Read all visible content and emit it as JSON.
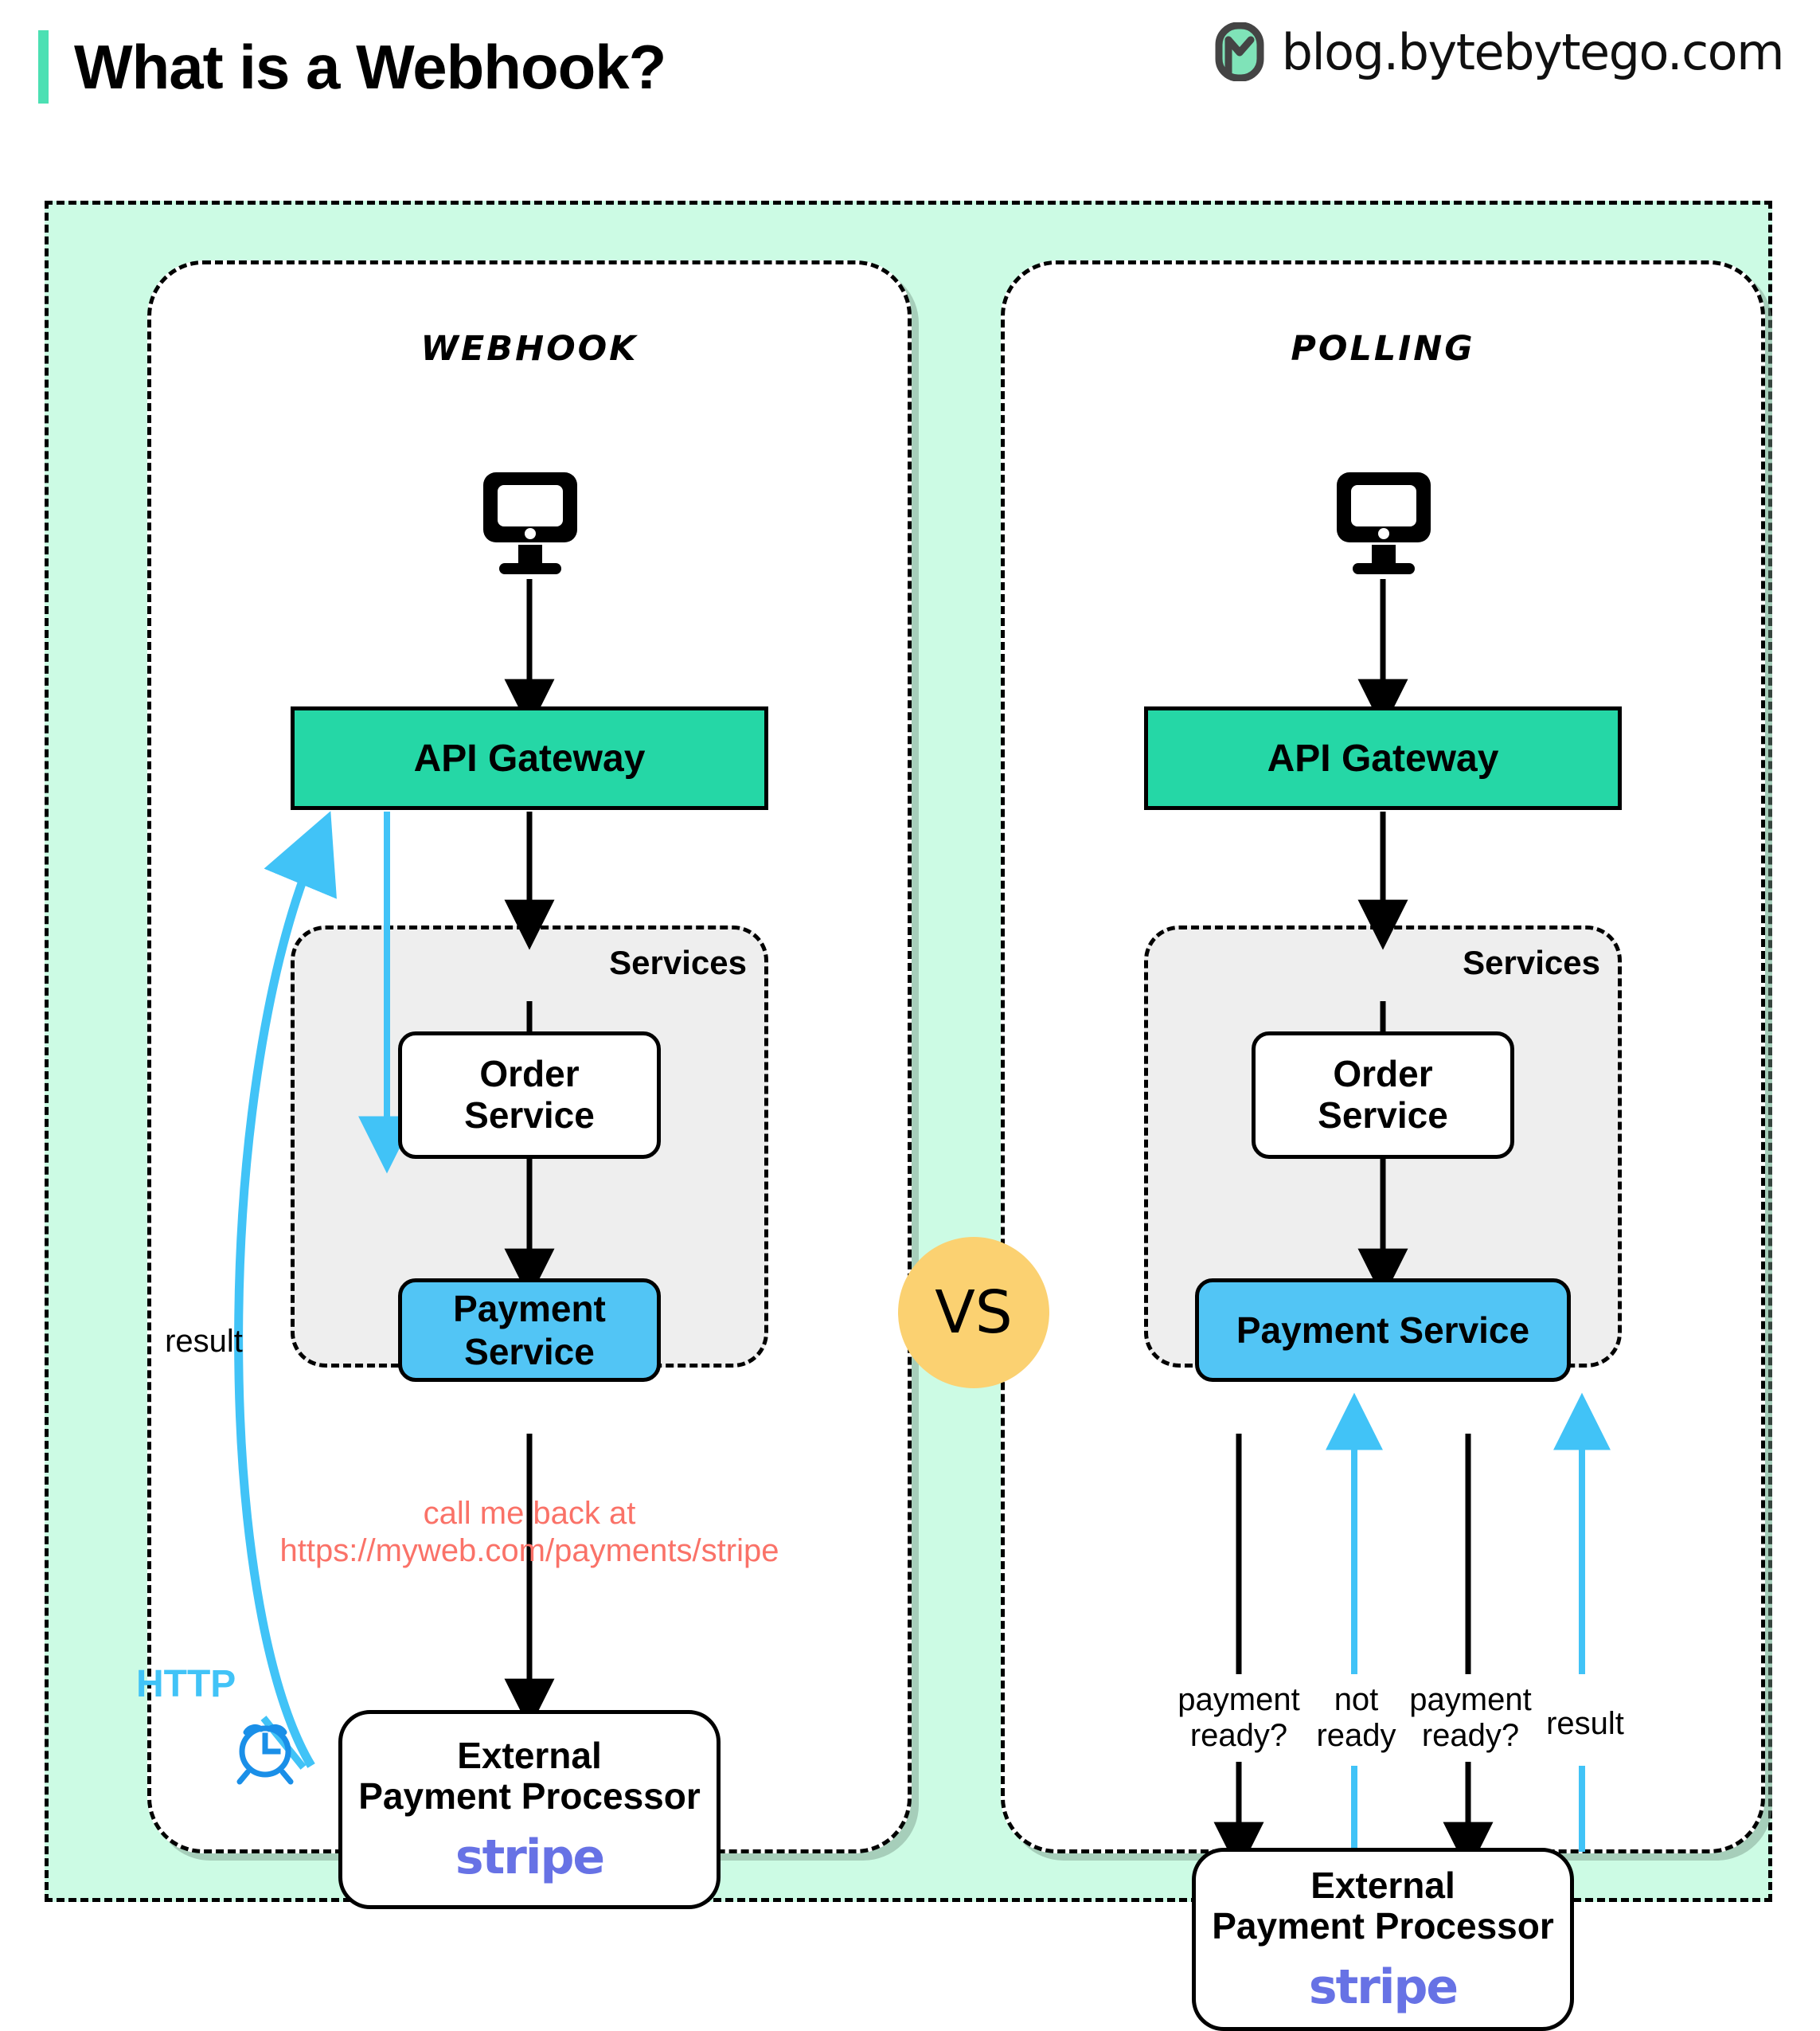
{
  "header": {
    "title": "What is a Webhook?",
    "brand": "blog.bytebytego.com",
    "accent_color": "#4CE0B3"
  },
  "vs_badge": {
    "label": "VS",
    "color": "#FBD171"
  },
  "colors": {
    "outer_background": "#CCFBE4",
    "gateway": "#25D7A6",
    "payment_service": "#52C5F5",
    "services_box": "#EEEEEE",
    "http_blue": "#41C3F7",
    "callback_red": "#FA7268",
    "stripe_purple": "#6772E5",
    "clock_blue": "#1A8FE8"
  },
  "panels": [
    {
      "id": "webhook",
      "title": "Webhook",
      "nodes": {
        "client": "client-monitor",
        "gateway": "API Gateway",
        "services_label": "Services",
        "order_service": [
          "Order",
          "Service"
        ],
        "payment_service": "Payment Service",
        "processor": [
          "External",
          "Payment Processor"
        ],
        "processor_logo": "stripe"
      },
      "labels": {
        "result": "result",
        "http": "HTTP",
        "callback_line1": "call me back at",
        "callback_line2": "https://myweb.com/payments/stripe"
      },
      "icons": [
        "monitor-icon",
        "alarm-clock-icon"
      ]
    },
    {
      "id": "polling",
      "title": "Polling",
      "nodes": {
        "client": "client-monitor",
        "gateway": "API Gateway",
        "services_label": "Services",
        "order_service": [
          "Order",
          "Service"
        ],
        "payment_service": "Payment Service",
        "processor": [
          "External",
          "Payment Processor"
        ],
        "processor_logo": "stripe"
      },
      "labels": {
        "poll1_line1": "payment",
        "poll1_line2": "ready?",
        "notready_line1": "not",
        "notready_line2": "ready",
        "poll2_line1": "payment",
        "poll2_line2": "ready?",
        "result": "result"
      },
      "icons": [
        "monitor-icon"
      ]
    }
  ]
}
